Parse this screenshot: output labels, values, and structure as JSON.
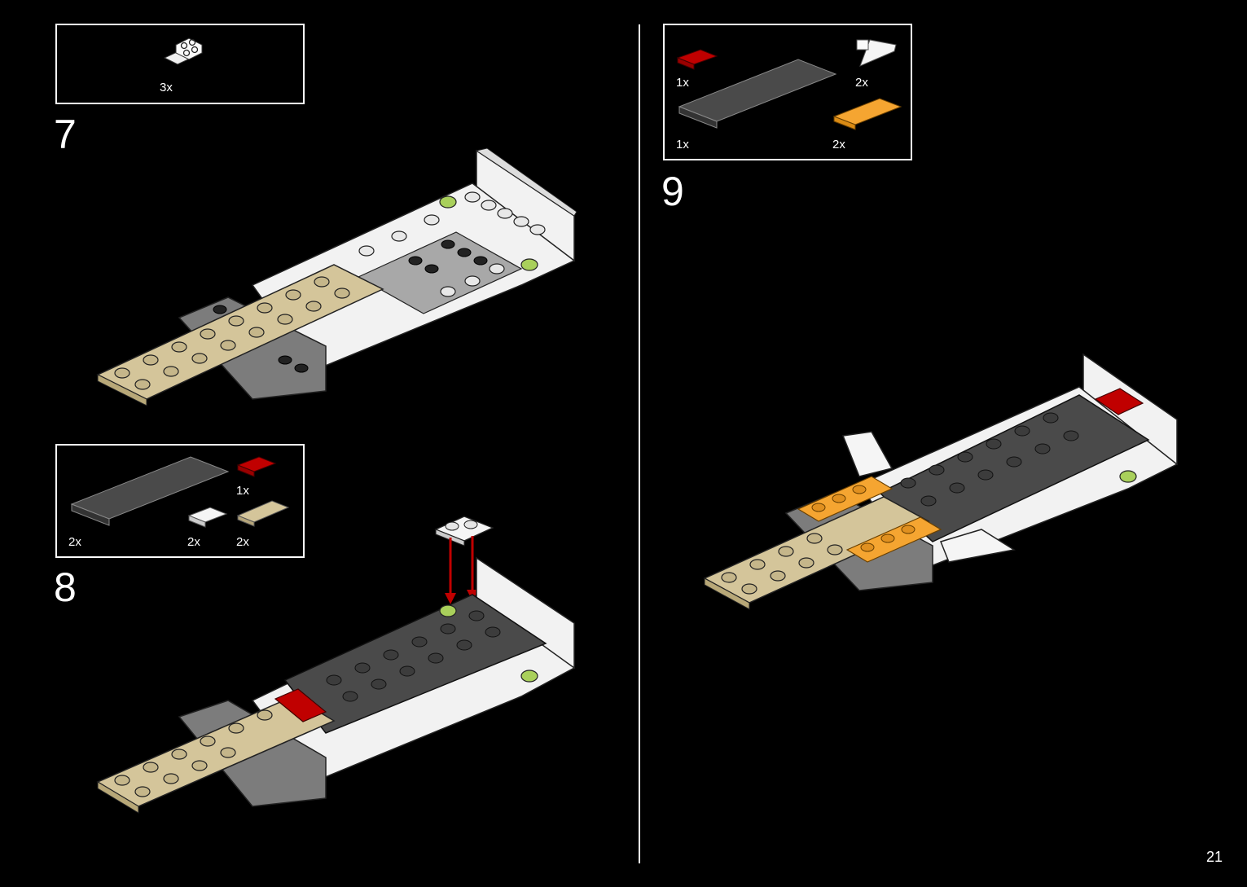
{
  "page_number": "21",
  "colors": {
    "background": "#000000",
    "tan": "#d4c59a",
    "dark_gray": "#4a4a4a",
    "light_gray": "#a0a0a0",
    "white": "#f2f2f2",
    "red": "#c00000",
    "orange": "#f5a531",
    "lime": "#a9d05b"
  },
  "steps": [
    {
      "number": "7",
      "parts": [
        {
          "icon": "white-bracket-plate-icon",
          "qty": "3x"
        }
      ]
    },
    {
      "number": "8",
      "parts": [
        {
          "icon": "dark-gray-plate-2x10-icon",
          "qty": "2x"
        },
        {
          "icon": "red-plate-1x2-icon",
          "qty": "1x"
        },
        {
          "icon": "white-plate-1x2-icon",
          "qty": "2x"
        },
        {
          "icon": "tan-plate-1x4-icon",
          "qty": "2x"
        }
      ]
    },
    {
      "number": "9",
      "parts": [
        {
          "icon": "red-plate-1x2-icon",
          "qty": "1x"
        },
        {
          "icon": "white-wing-clip-icon",
          "qty": "2x"
        },
        {
          "icon": "dark-gray-plate-2x10-icon",
          "qty": "1x"
        },
        {
          "icon": "orange-plate-1x4-icon",
          "qty": "2x"
        }
      ]
    }
  ]
}
